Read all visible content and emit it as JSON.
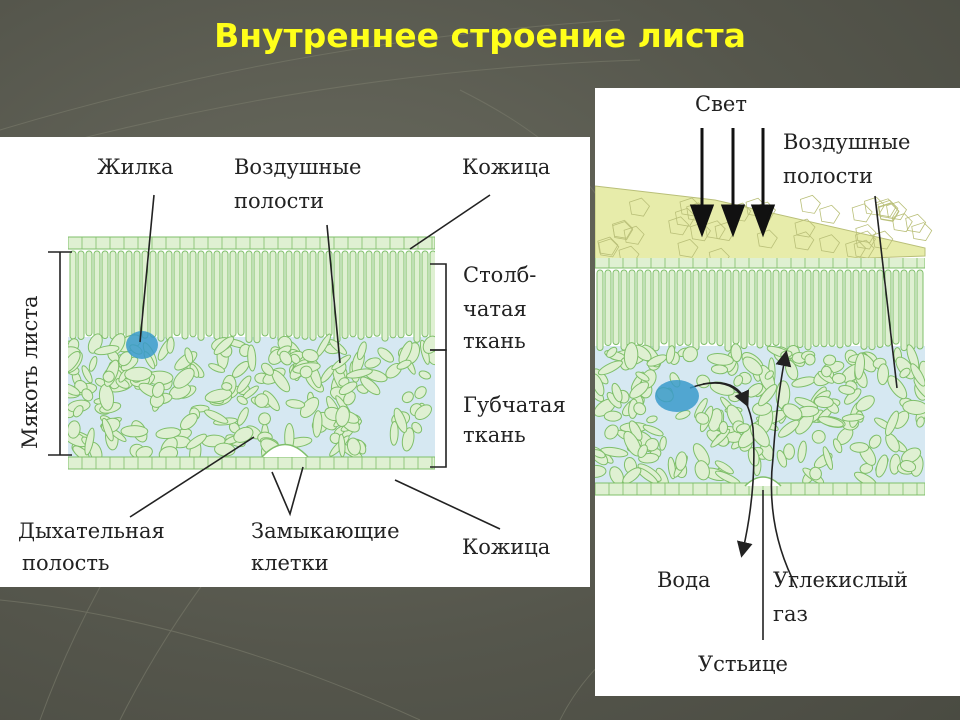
{
  "title": "Внутреннее строение листа",
  "left_diagram": {
    "labels": {
      "vein": "Жилка",
      "air_cavities_1": "Воздушные",
      "air_cavities_2": "полости",
      "epidermis_top": "Кожица",
      "palisade_1": "Столб-",
      "palisade_2": "чатая",
      "palisade_3": "ткань",
      "spongy_1": "Губчатая",
      "spongy_2": "ткань",
      "mesophyll": "Мякоть листа",
      "respiratory_1": "Дыхательная",
      "respiratory_2": "полость",
      "guard_1": "Замыкающие",
      "guard_2": "клетки",
      "epidermis_bottom": "Кожица"
    }
  },
  "right_diagram": {
    "labels": {
      "light": "Свет",
      "air_cavities_1": "Воздушные",
      "air_cavities_2": "полости",
      "water": "Вода",
      "co2_1": "Углекислый",
      "co2_2": "газ",
      "stoma": "Устьице"
    }
  },
  "colors": {
    "title": "#ffff1a",
    "cell_outline": "#7fbf6a",
    "cell_fill": "#dff0d2",
    "spongy_bg": "#d6e8f2",
    "vein": "#3a9acb",
    "cuticle": "#e9efb0"
  }
}
